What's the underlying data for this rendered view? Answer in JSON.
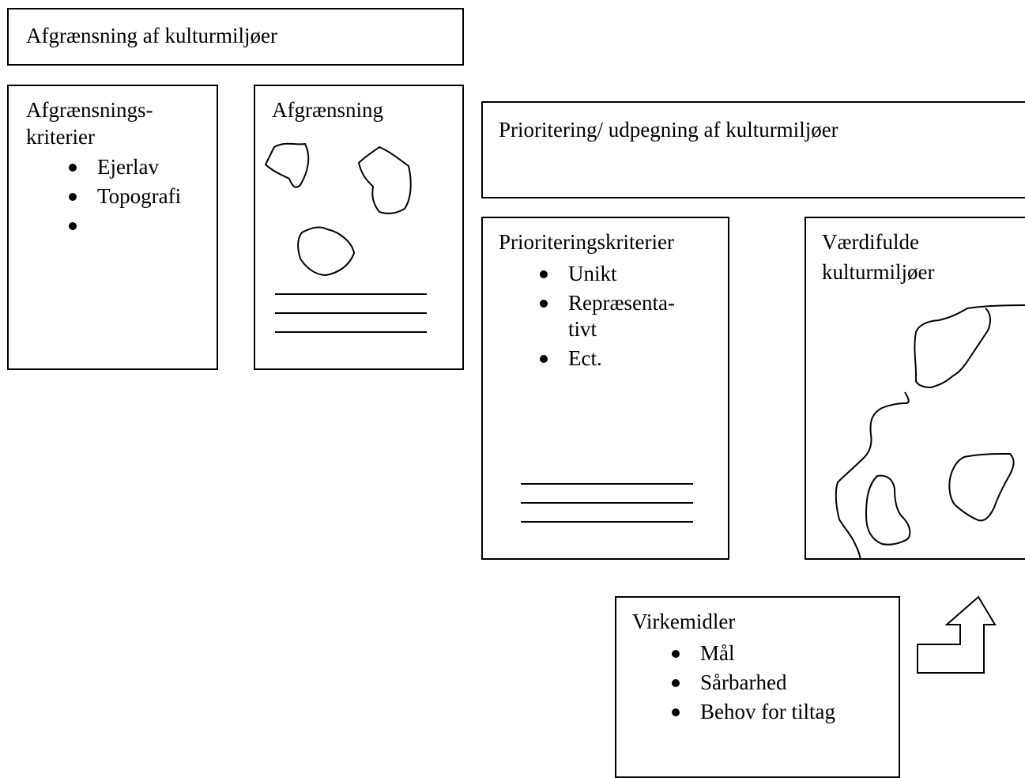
{
  "top_header": {
    "title": "Afgrænsning af kulturmiljøer"
  },
  "criteria_box": {
    "title_line1": "Afgrænsnings-",
    "title_line2": "kriterier",
    "items": [
      "Ejerlav",
      "Topografi",
      ""
    ]
  },
  "delimitation_box": {
    "title": "Afgrænsning"
  },
  "priority_header": {
    "title": "Prioritering/ udpegning af kulturmiljøer"
  },
  "priority_criteria_box": {
    "title": "Prioriteringskriterier",
    "items": [
      "Unikt",
      "Repræsenta-",
      "tivt",
      "Ect."
    ]
  },
  "valuable_box": {
    "title_line1": "Værdifulde",
    "title_line2": "kulturmiljøer"
  },
  "instruments_box": {
    "title": "Virkemidler",
    "items": [
      "Mål",
      "Sårbarhed",
      "Behov for tiltag"
    ]
  }
}
